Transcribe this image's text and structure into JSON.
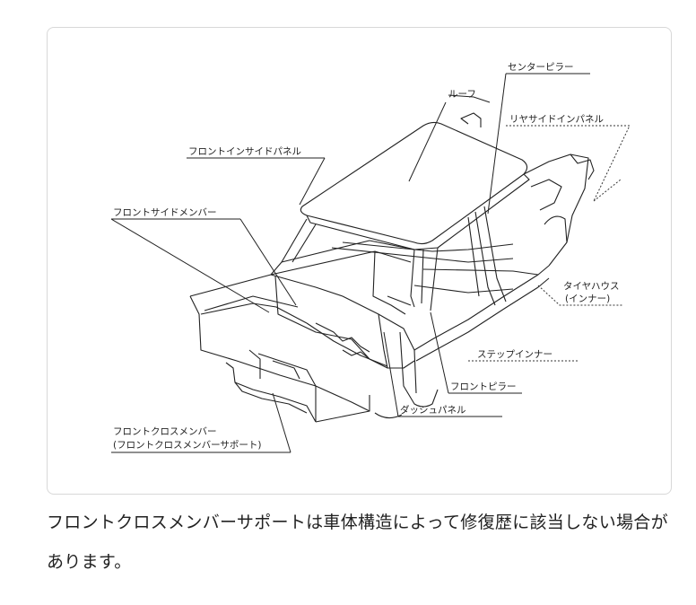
{
  "diagram": {
    "labels": {
      "roof": "ルーフ",
      "center_pillar": "センターピラー",
      "rear_side_inner_panel": "リヤサイドインパネル",
      "front_inside_panel": "フロントインサイドパネル",
      "front_side_member": "フロントサイドメンバー",
      "tire_house_1": "タイヤハウス",
      "tire_house_2": "(インナー)",
      "step_inner": "ステップインナー",
      "front_pillar": "フロントピラー",
      "dash_panel": "ダッシュパネル",
      "front_cross_member_1": "フロントクロスメンバー",
      "front_cross_member_2": "(フロントクロスメンバーサポート)"
    }
  },
  "caption": "フロントクロスメンバーサポートは車体構造によって修復歴に該当しない場合があります。"
}
